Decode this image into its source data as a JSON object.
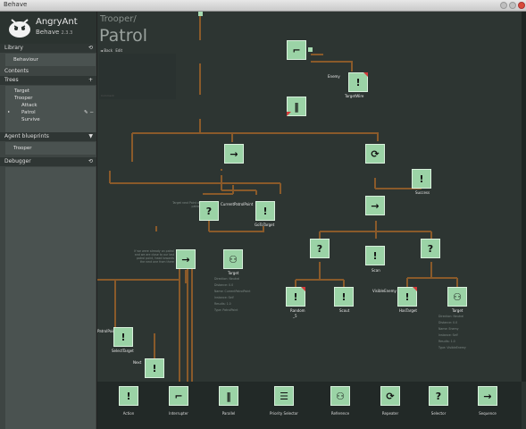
{
  "window": {
    "title": "Behave"
  },
  "app": {
    "name": "AngryAnt",
    "product": "Behave",
    "version": "2.3.3"
  },
  "sidebar": {
    "library_header": "Library",
    "library_items": [
      "Behaviour"
    ],
    "contents_header": "Contents",
    "trees_header": "Trees",
    "trees": [
      {
        "label": "Target"
      },
      {
        "label": "Trooper"
      },
      {
        "label": "Attack"
      },
      {
        "label": "Patrol"
      },
      {
        "label": "Survive"
      }
    ],
    "agent_header": "Agent blueprints",
    "agents": [
      "Trooper"
    ],
    "debugger_header": "Debugger",
    "add_symbol": "+",
    "toggle_symbol": "▼",
    "cycle_symbol": "⟲"
  },
  "editor": {
    "breadcrumb": "Trooper/",
    "tree_name": "Patrol",
    "menu_back": "◄ Back",
    "menu_edit": "Edit",
    "panel_hint": "Comment"
  },
  "nodes": {
    "top_interrupter": {
      "glyph": "⌐"
    },
    "enemy_action": {
      "label": "TargetWire",
      "side": "Enemy",
      "glyph": "!"
    },
    "parallel": {
      "glyph": "‖"
    },
    "seq_left": {
      "glyph": "→"
    },
    "repeater": {
      "glyph": "⟳"
    },
    "success_action": {
      "label": "Success",
      "glyph": "!"
    },
    "selector_left": {
      "label": "CurrentPatrolPoint",
      "glyph": "?"
    },
    "goto_action": {
      "label": "GoToTarget",
      "glyph": "!"
    },
    "seq_right": {
      "glyph": "→"
    },
    "seq_mid": {
      "glyph": "→"
    },
    "ref_target": {
      "label": "Target",
      "glyph": "⚇"
    },
    "selector_r1": {
      "glyph": "?"
    },
    "scan_action": {
      "label": "Scan",
      "glyph": "!"
    },
    "selector_r2": {
      "glyph": "?"
    },
    "random_action": {
      "label": "Random",
      "sub": "_5",
      "glyph": "!"
    },
    "scout_action": {
      "label": "Scout",
      "glyph": "!"
    },
    "has_target": {
      "label": "HasTarget",
      "side": "VisibleEnemy",
      "glyph": "!"
    },
    "ref_target2": {
      "label": "Target",
      "glyph": "⚇"
    },
    "select_target": {
      "label": "SelectTarget",
      "side": "PatrolPoint",
      "glyph": "!"
    },
    "next_action": {
      "label": "Next",
      "glyph": "!"
    }
  },
  "annotations": {
    "sel_left": "Target next Point on next patrol point",
    "seq_mid": "If we were already on patrol and we are close to our last patrol point, head towards the next one from there",
    "ref1": [
      "Direction: Neutral",
      "Distance: 0.0",
      "Name: CurrentPatrolPoint",
      "Instance: Self",
      "Results: 1.0",
      "Type: PatrolPoint"
    ],
    "ref2": [
      "Direction: Neutral",
      "Distance: 0.0",
      "Name: Enemy",
      "Instance: Self",
      "Results: 1.0",
      "Type: VisibleEnemy"
    ]
  },
  "palette": [
    {
      "label": "Action",
      "glyph": "!"
    },
    {
      "label": "Interrupter",
      "glyph": "⌐"
    },
    {
      "label": "Parallel",
      "glyph": "‖"
    },
    {
      "label": "Priority Selector",
      "glyph": "☰"
    },
    {
      "label": "Reference",
      "glyph": "⚇"
    },
    {
      "label": "Repeater",
      "glyph": "⟳"
    },
    {
      "label": "Selector",
      "glyph": "?"
    },
    {
      "label": "Sequence",
      "glyph": "→"
    }
  ],
  "colors": {
    "node": "#9bd3a6",
    "edge": "#8a5a2a",
    "canvas": "#2d3532",
    "sidebar": "#3e4543",
    "flag": "#d23a3a"
  }
}
